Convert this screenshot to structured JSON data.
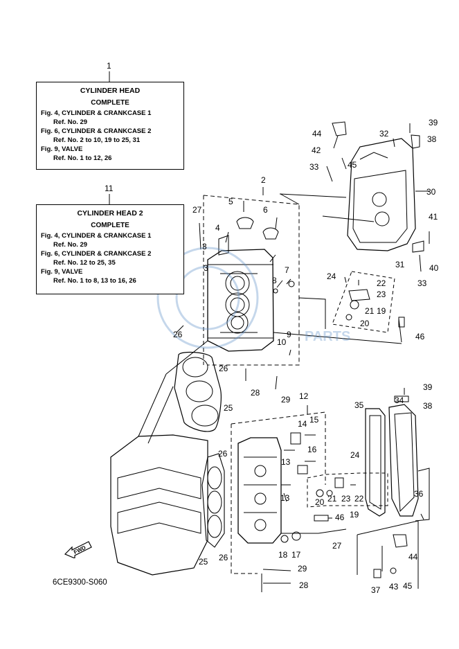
{
  "box1": {
    "number": "1",
    "title": "CYLINDER HEAD",
    "subtitle": "COMPLETE",
    "lines": [
      "Fig. 4, CYLINDER & CRANKCASE 1",
      "Ref. No. 29",
      "Fig. 6, CYLINDER & CRANKCASE 2",
      "Ref. No. 2 to 10, 19 to 25, 31",
      "Fig. 9, VALVE",
      "Ref. No. 1 to 12, 26"
    ]
  },
  "box11": {
    "number": "11",
    "title": "CYLINDER HEAD 2",
    "subtitle": "COMPLETE",
    "lines": [
      "Fig. 4, CYLINDER & CRANKCASE 1",
      "Ref. No. 29",
      "Fig. 6, CYLINDER & CRANKCASE 2",
      "Ref. No. 12 to 25, 35",
      "Fig. 9, VALVE",
      "Ref. No. 1 to 8, 13 to 16, 26"
    ]
  },
  "part_labels": [
    "2",
    "5",
    "6",
    "27",
    "4",
    "3",
    "3",
    "7",
    "8",
    "24",
    "22",
    "23",
    "21",
    "19",
    "20",
    "46",
    "26",
    "10",
    "9",
    "26",
    "25",
    "28",
    "29",
    "44",
    "42",
    "33",
    "45",
    "32",
    "39",
    "38",
    "30",
    "41",
    "40",
    "31",
    "33",
    "12",
    "14",
    "15",
    "16",
    "13",
    "26",
    "24",
    "13",
    "20",
    "21",
    "23",
    "22",
    "19",
    "46",
    "18",
    "17",
    "27",
    "25",
    "26",
    "35",
    "34",
    "39",
    "38",
    "36",
    "44",
    "29",
    "28",
    "37",
    "43",
    "45"
  ],
  "fwd_label": "FWD",
  "diagram_code": "6CE9300-S060",
  "watermark": "PARTS",
  "colors": {
    "line": "#000000",
    "watermark": "#5b8ec7"
  }
}
